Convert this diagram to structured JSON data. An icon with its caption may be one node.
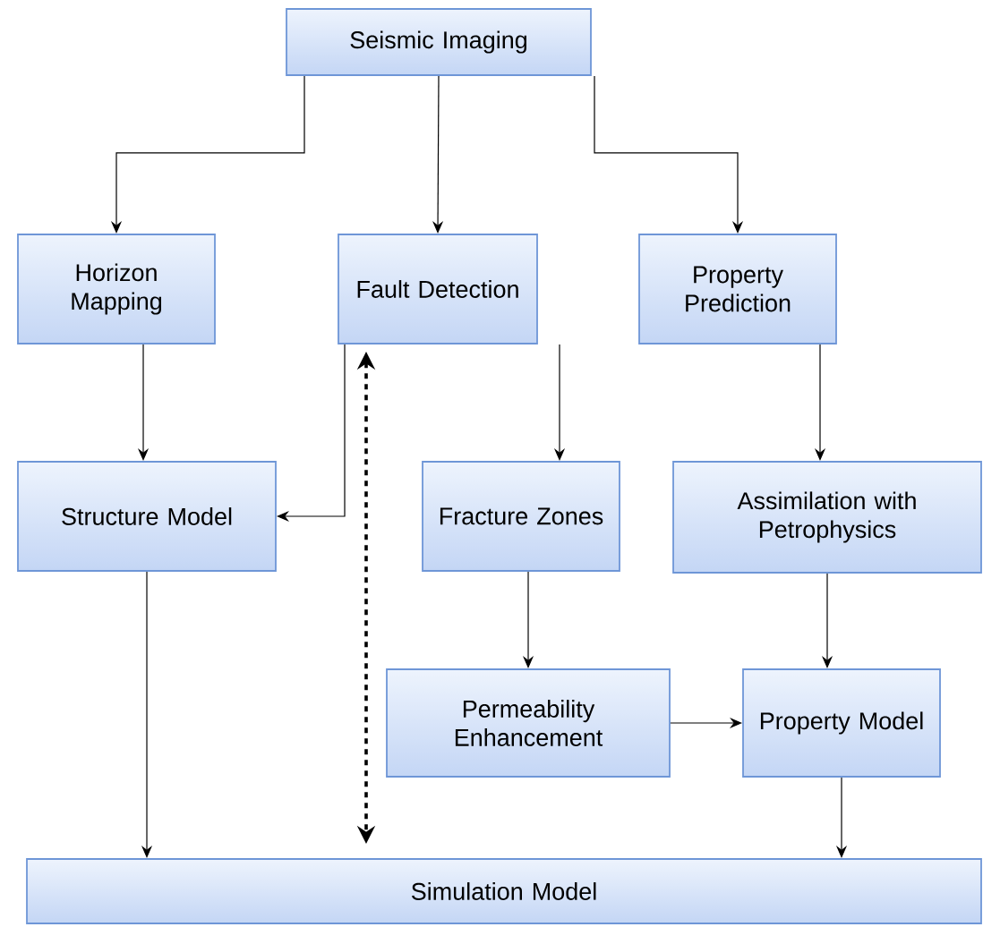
{
  "diagram": {
    "nodes": [
      {
        "text": [
          "Seismic Imaging"
        ]
      },
      {
        "text": [
          "Horizon Mapping"
        ]
      },
      {
        "text": [
          "Fault Detection"
        ]
      },
      {
        "text": [
          "Property Prediction"
        ]
      },
      {
        "text": [
          "Structure Model"
        ]
      },
      {
        "text": [
          "Fracture Zones"
        ]
      },
      {
        "text": [
          "Assimilation with Petrophysics"
        ]
      },
      {
        "text": [
          "Permeability Enhancement"
        ]
      },
      {
        "text": [
          "Property Model"
        ]
      },
      {
        "text": [
          "Simulation Model"
        ]
      }
    ],
    "edges": [
      {
        "from": 0,
        "to": 1,
        "arrow": "to"
      },
      {
        "from": 0,
        "to": 2,
        "arrow": "to"
      },
      {
        "from": 0,
        "to": 3,
        "arrow": "to"
      },
      {
        "from": 1,
        "to": 4,
        "arrow": "to"
      },
      {
        "from": 2,
        "to": 4,
        "arrow": "to"
      },
      {
        "from": 2,
        "to": 5,
        "arrow": "to"
      },
      {
        "from": 3,
        "to": 6,
        "arrow": "to"
      },
      {
        "from": 5,
        "to": 7,
        "arrow": "to"
      },
      {
        "from": 6,
        "to": 8,
        "arrow": "to"
      },
      {
        "from": 7,
        "to": 8,
        "arrow": "to"
      },
      {
        "from": 4,
        "to": 9,
        "arrow": "to"
      },
      {
        "from": 8,
        "to": 9,
        "arrow": "to"
      },
      {
        "from": 2,
        "to": 9,
        "arrow": "both",
        "style": "dashed"
      }
    ]
  }
}
